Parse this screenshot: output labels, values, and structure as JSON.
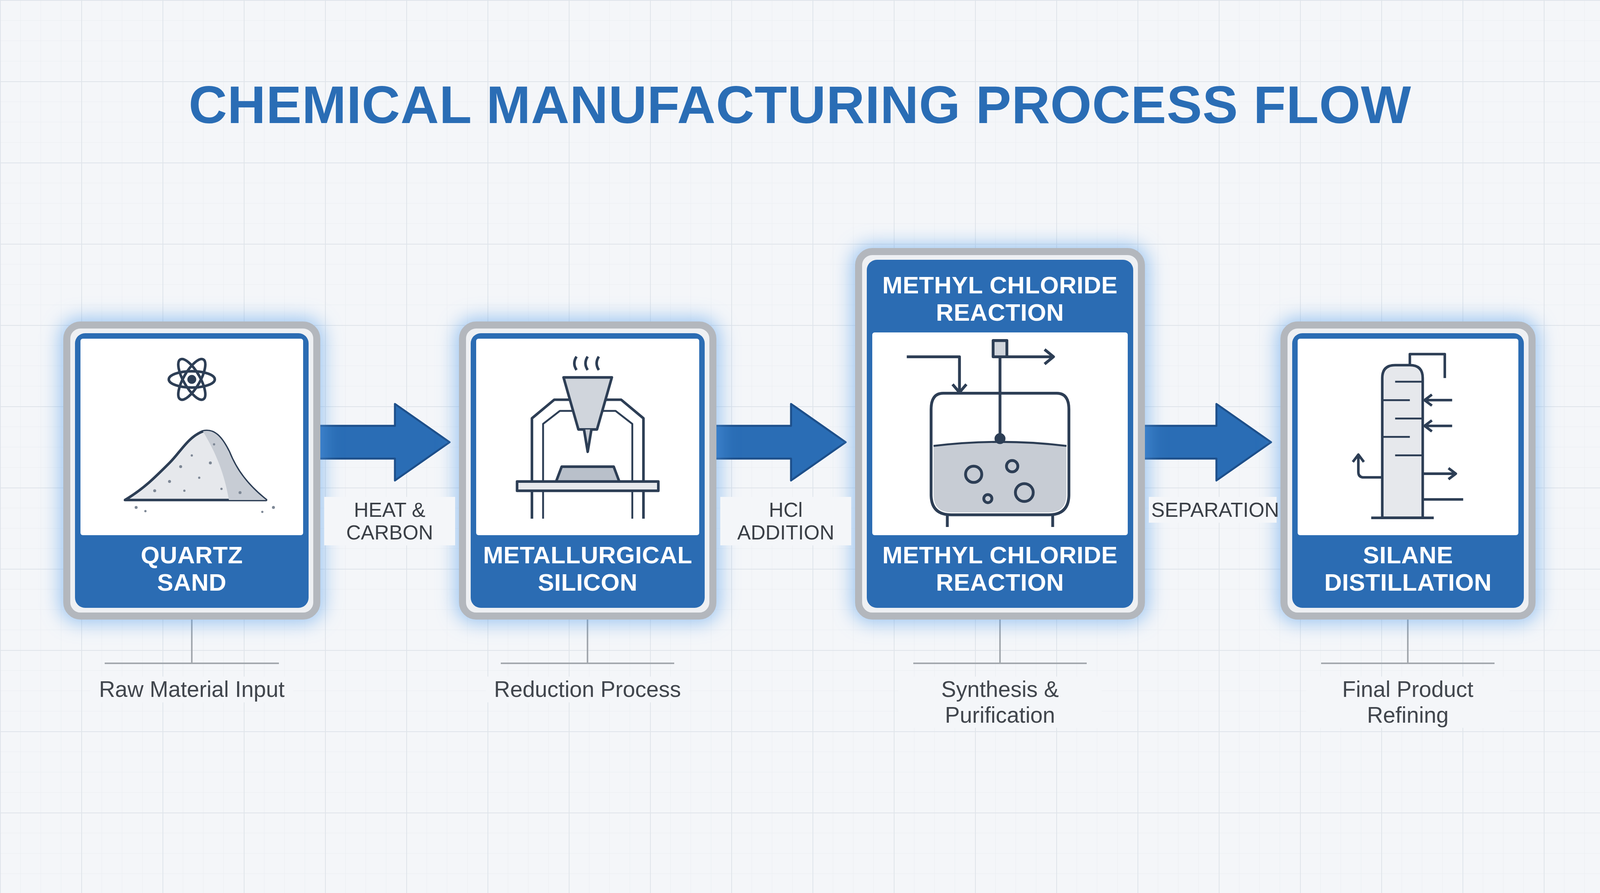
{
  "diagram": {
    "title": "CHEMICAL MANUFACTURING PROCESS FLOW",
    "nodes": [
      {
        "text": [
          "QUARTZ SAND"
        ]
      },
      {
        "text": [
          "METALLURGICAL SILICON"
        ]
      },
      {
        "text": [
          "METHYL CHLORIDE REACTION",
          "METHYL CHLORIDE REACTION"
        ]
      },
      {
        "text": [
          "SILANE DISTILLATION"
        ]
      }
    ],
    "edges": [
      {
        "from": 0,
        "to": 1,
        "arrow": "to",
        "label": "HEAT & CARBON"
      },
      {
        "from": 1,
        "to": 2,
        "arrow": "to",
        "label": "HCl ADDITION"
      },
      {
        "from": 2,
        "to": 3,
        "arrow": "to",
        "label": "SEPARATION"
      }
    ],
    "labels": [
      "Raw Material Input",
      "Reduction Process",
      "Synthesis & Purification",
      "Final Product Refining"
    ]
  }
}
